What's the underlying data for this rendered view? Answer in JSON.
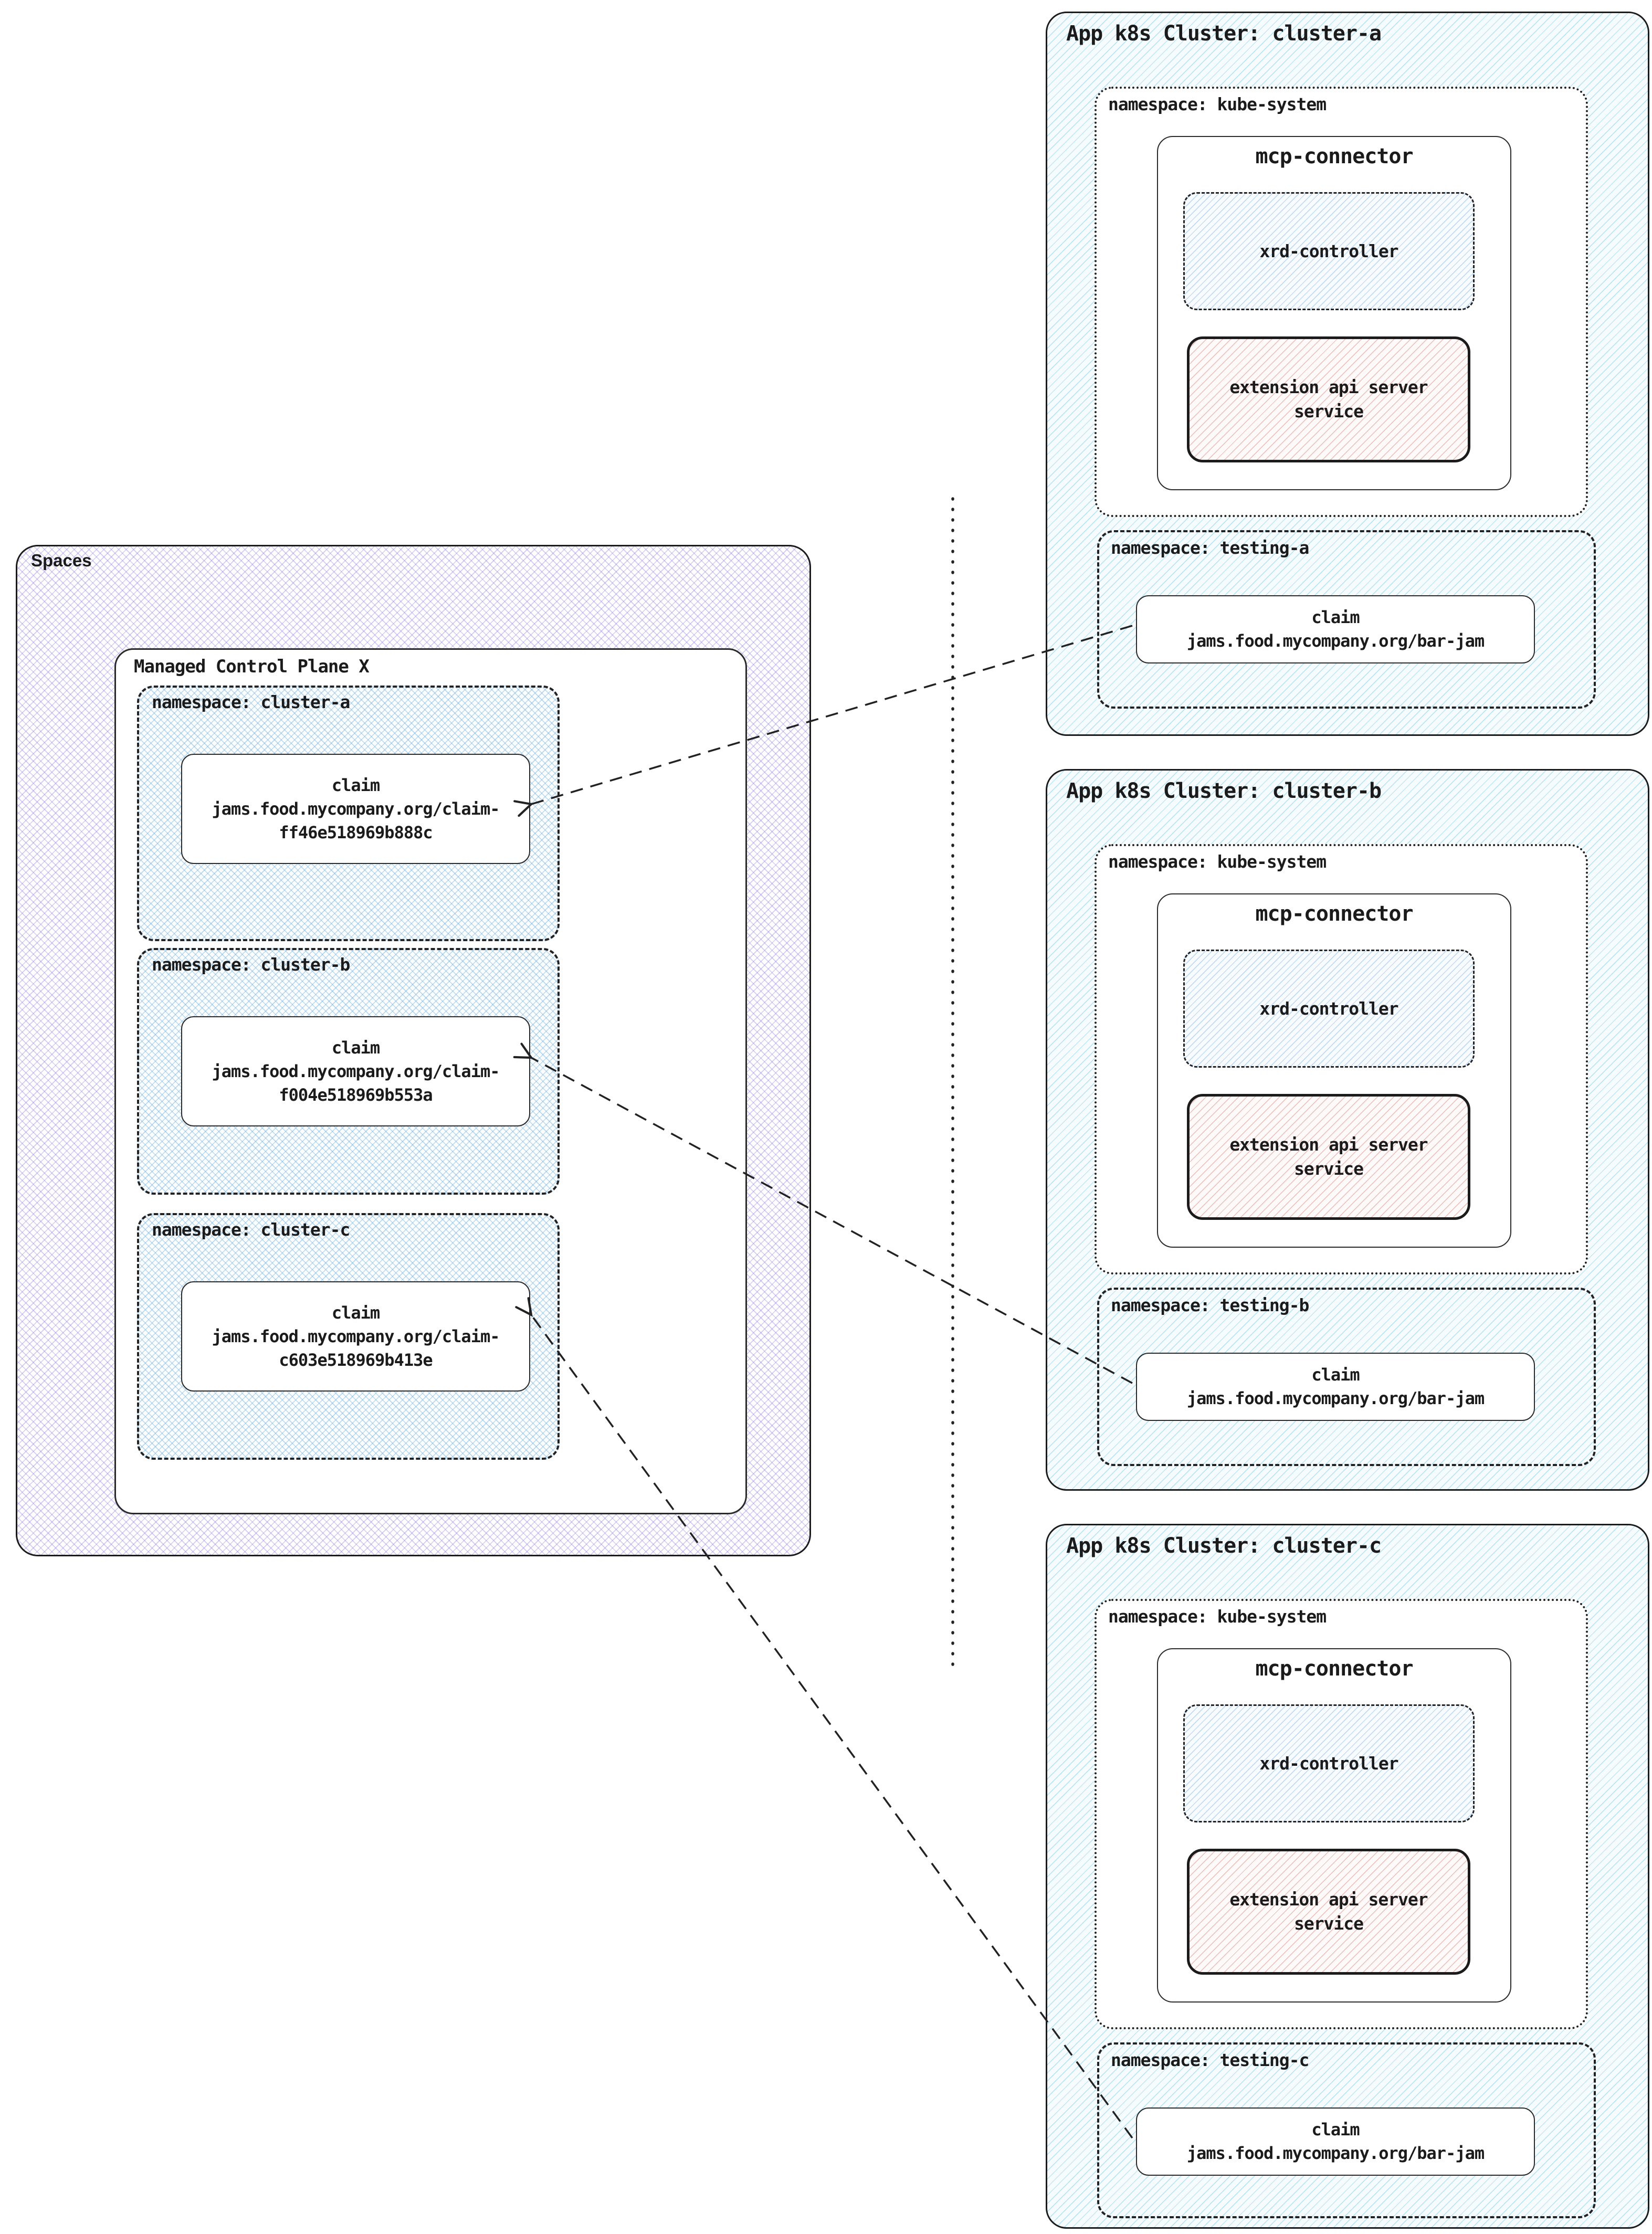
{
  "spaces": {
    "title": "Spaces",
    "control_plane": {
      "title": "Managed Control Plane X",
      "namespaces": [
        {
          "label": "namespace: cluster-a",
          "claim": {
            "title": "claim",
            "resource_line1": "jams.food.mycompany.org/claim-",
            "resource_line2": "ff46e518969b888c"
          }
        },
        {
          "label": "namespace: cluster-b",
          "claim": {
            "title": "claim",
            "resource_line1": "jams.food.mycompany.org/claim-",
            "resource_line2": "f004e518969b553a"
          }
        },
        {
          "label": "namespace: cluster-c",
          "claim": {
            "title": "claim",
            "resource_line1": "jams.food.mycompany.org/claim-",
            "resource_line2": "c603e518969b413e"
          }
        }
      ]
    }
  },
  "clusters": [
    {
      "title": "App k8s Cluster: cluster-a",
      "kube_namespace": {
        "label": "namespace: kube-system",
        "mcp_connector": {
          "title": "mcp-connector",
          "xrd_controller": "xrd-controller",
          "extension_api_line1": "extension api server",
          "extension_api_line2": "service"
        }
      },
      "testing_namespace": {
        "label": "namespace: testing-a",
        "claim": {
          "title": "claim",
          "resource": "jams.food.mycompany.org/bar-jam"
        }
      }
    },
    {
      "title": "App k8s Cluster: cluster-b",
      "kube_namespace": {
        "label": "namespace: kube-system",
        "mcp_connector": {
          "title": "mcp-connector",
          "xrd_controller": "xrd-controller",
          "extension_api_line1": "extension api server",
          "extension_api_line2": "service"
        }
      },
      "testing_namespace": {
        "label": "namespace: testing-b",
        "claim": {
          "title": "claim",
          "resource": "jams.food.mycompany.org/bar-jam"
        }
      }
    },
    {
      "title": "App k8s Cluster: cluster-c",
      "kube_namespace": {
        "label": "namespace: kube-system",
        "mcp_connector": {
          "title": "mcp-connector",
          "xrd_controller": "xrd-controller",
          "extension_api_line1": "extension api server",
          "extension_api_line2": "service"
        }
      },
      "testing_namespace": {
        "label": "namespace: testing-c",
        "claim": {
          "title": "claim",
          "resource": "jams.food.mycompany.org/bar-jam"
        }
      }
    }
  ],
  "colors": {
    "purple_hatch": "#8b73eb",
    "blue_cross_hatch": "#5aa5e1",
    "cyan_hatch": "#55c3eb",
    "red_hatch": "#e17873",
    "border": "#1b1b1b"
  }
}
